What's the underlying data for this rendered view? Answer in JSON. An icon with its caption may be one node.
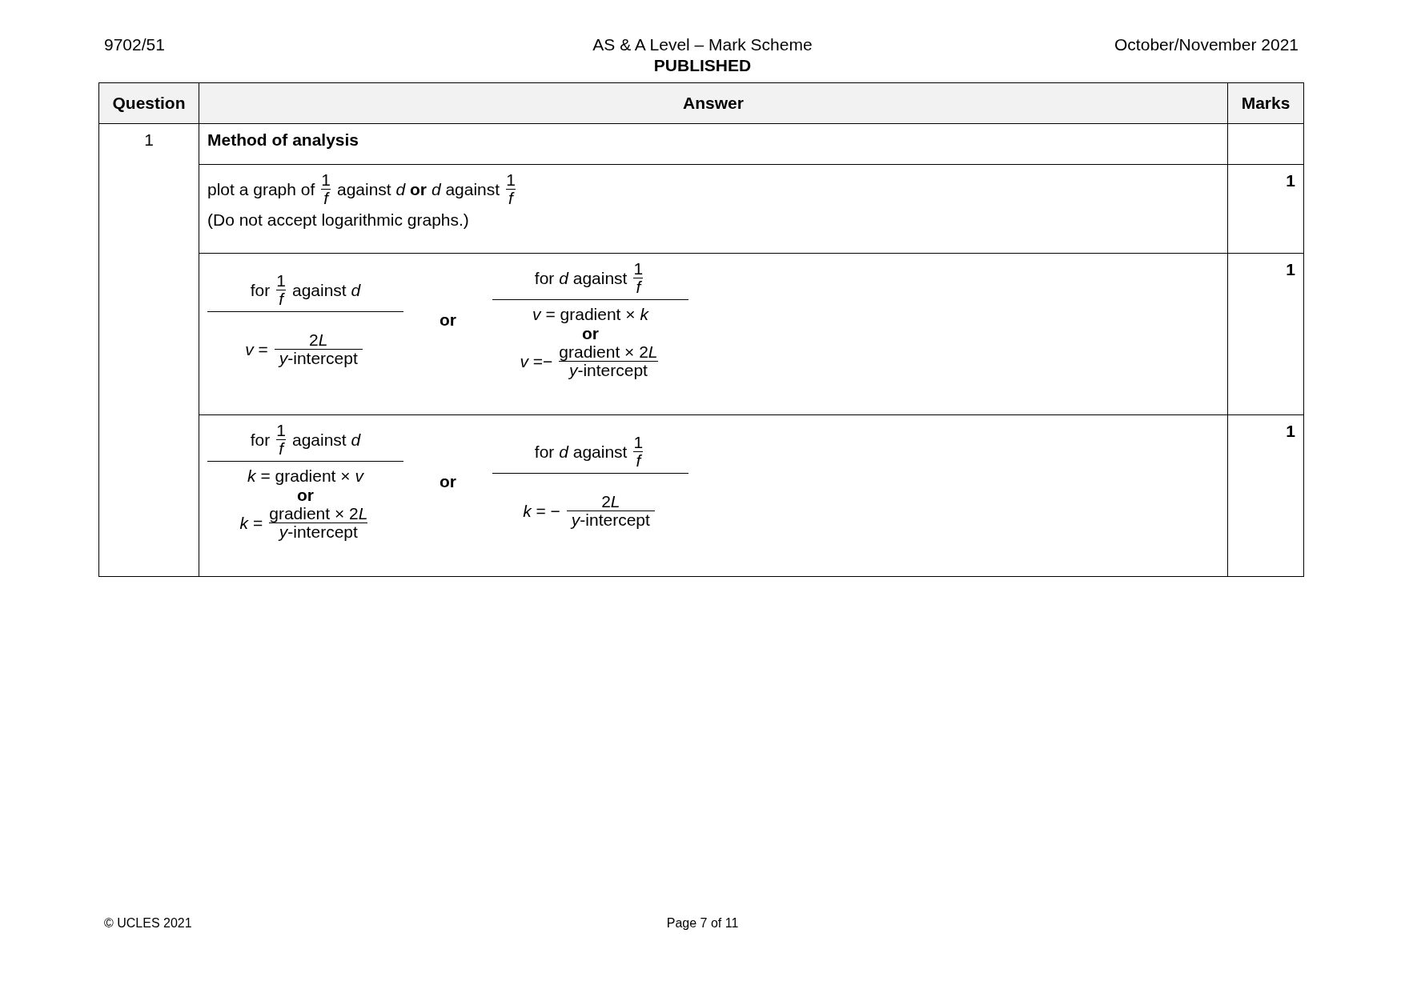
{
  "diagram": {
    "labels": [
      "9702/51",
      "AS & A Level – Mark Scheme",
      "October/November 2021",
      "PUBLISHED",
      "Question",
      "Answer",
      "Marks",
      "1",
      "Method of analysis",
      "plot a graph of",
      "1",
      "f",
      "against *d* **or** *d* against",
      "1",
      "f",
      "(Do not accept logarithmic graphs.)",
      "1",
      "for",
      "1",
      "f",
      "against *d*",
      "*v* =",
      "2",
      "*y*-intercept",
      "or",
      "for *d* against",
      "1",
      "f",
      "*v* = gradient × *k*",
      "or",
      "*v* =−",
      "gradient × 2",
      "*y*-intercept",
      "1",
      "for",
      "1",
      "f",
      "against *d*",
      "*k* = gradient × *v*",
      "or",
      "*k* =",
      "gradient × 2",
      "*y*-intercept",
      "or",
      "for *d* against",
      "1",
      "f",
      "*k* = −",
      "2",
      "*y*-intercept",
      "1",
      "© UCLES 2021",
      "Page 7 of 11",
      "L",
      "L",
      "L",
      "L"
    ]
  }
}
